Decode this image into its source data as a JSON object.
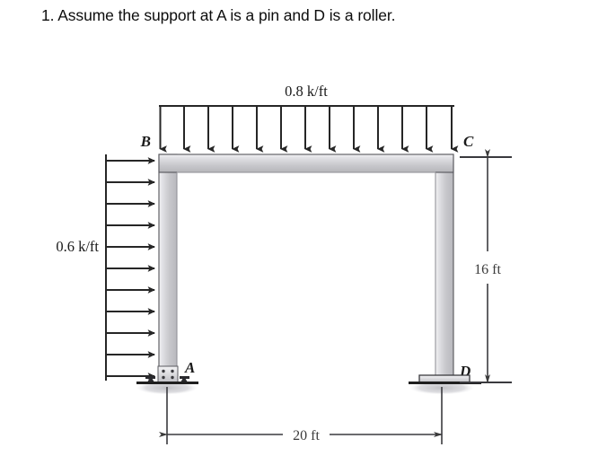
{
  "question": {
    "text": "1. Assume the support at A is a pin and D is a roller."
  },
  "figure": {
    "type": "structural-frame-diagram",
    "labels": {
      "node_b": "B",
      "node_c": "C",
      "node_a": "A",
      "node_d": "D"
    },
    "loads": {
      "top_label": "0.8 k/ft",
      "top_value": 0.8,
      "top_unit": "k/ft",
      "top_direction": "down",
      "top_arrow_count": 13,
      "left_label": "0.6 k/ft",
      "left_value": 0.6,
      "left_unit": "k/ft",
      "left_direction": "right",
      "left_arrow_count": 11
    },
    "dimensions": {
      "height_label": "16 ft",
      "height_value": 16,
      "span_label": "20 ft",
      "span_value": 20,
      "unit": "ft"
    },
    "supports": {
      "a_type": "pin",
      "d_type": "roller"
    },
    "colors": {
      "member_fill_light": "#e8e8ea",
      "member_fill_mid": "#c2c2c6",
      "member_outline": "#4a4a4e",
      "arrow": "#262626",
      "dimension": "#3a3a3a",
      "ground": "#1f1f1f",
      "shadow": "#cfcfd2"
    }
  }
}
